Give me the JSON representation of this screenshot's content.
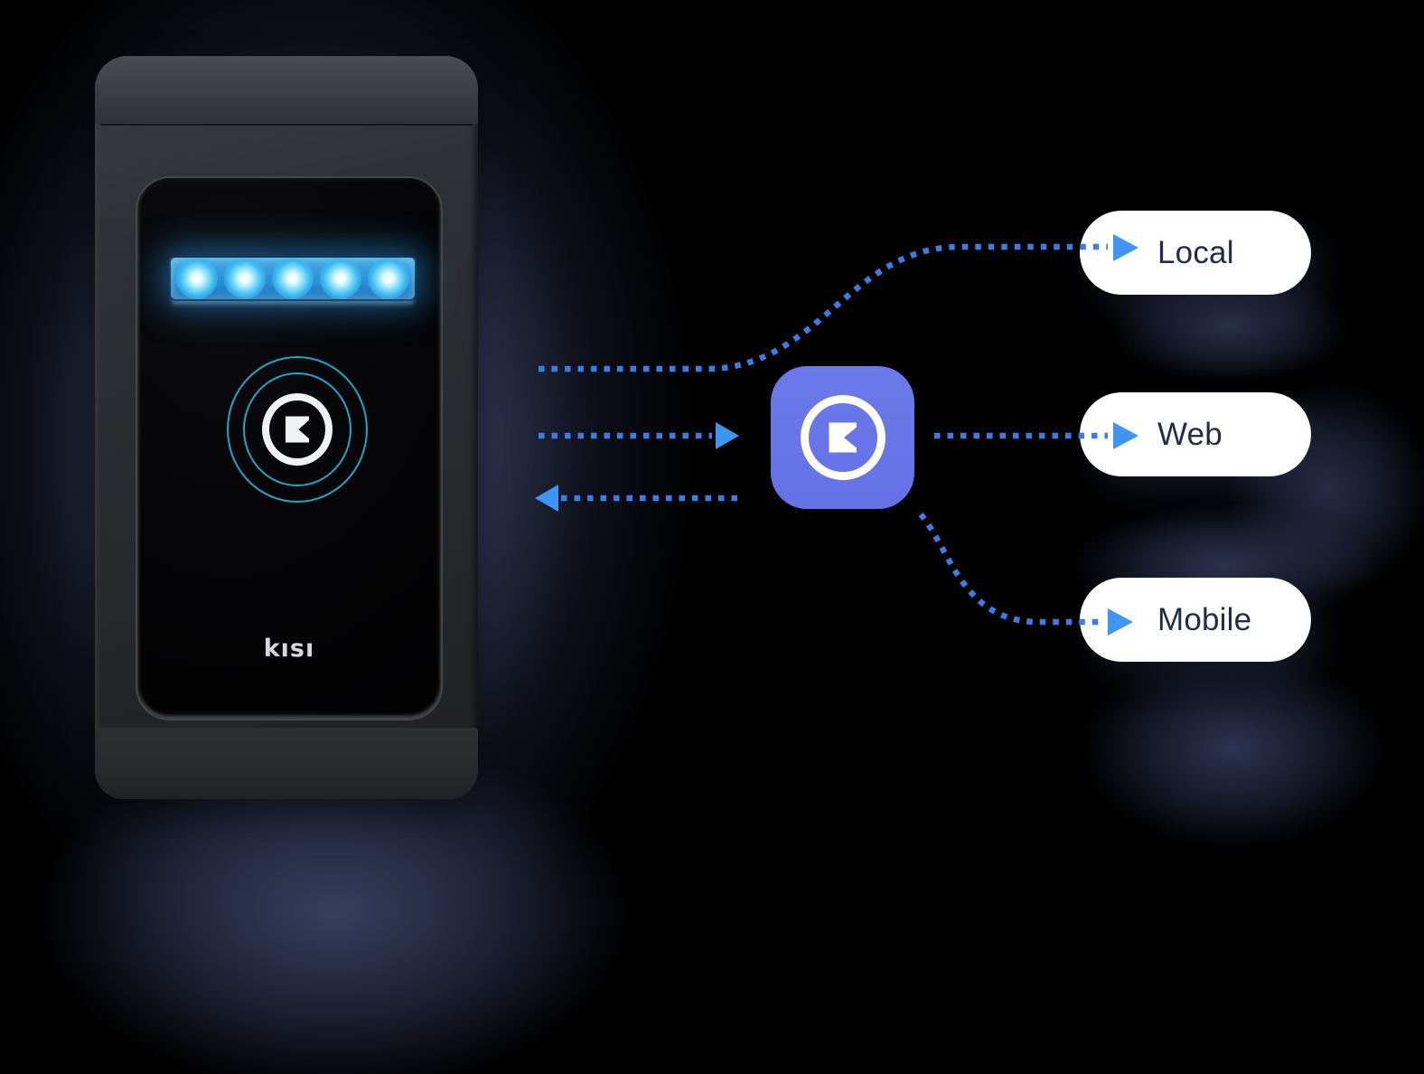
{
  "diagram": {
    "title_hidden": "",
    "device": {
      "brand_wordmark": "kısı",
      "led_count": 5,
      "description": "kisi-door-reader"
    },
    "hub": {
      "icon": "kisi-app-icon"
    },
    "endpoints": [
      {
        "label": "Local"
      },
      {
        "label": "Web"
      },
      {
        "label": "Mobile"
      }
    ],
    "colors": {
      "background": "#000000",
      "glow_navy": "#3C4468",
      "arrow_dots": "#3B7CE6",
      "arrow_head": "#3F96F2",
      "app_icon_bg": "#6775E8",
      "pill_bg": "#FFFFFF",
      "pill_text": "#252B4B",
      "led_blue": "#3CB9F2",
      "ring_teal": "#1FB9D9",
      "device_body": "#2D2F34"
    }
  }
}
